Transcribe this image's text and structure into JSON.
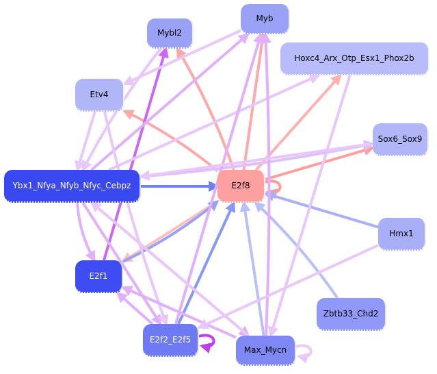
{
  "diagram": {
    "type": "gene-regulatory-network",
    "nodes": [
      {
        "id": "Mybl2",
        "label": "Mybl2",
        "fill": "#9aa2f8",
        "text_color": "#000000"
      },
      {
        "id": "Myb",
        "label": "Myb",
        "fill": "#9aa2f8",
        "text_color": "#000000"
      },
      {
        "id": "Hoxc4",
        "label": "Hoxc4_Arx_Otp_Esx1_Phox2b",
        "fill": "#b8bcfa",
        "text_color": "#000000"
      },
      {
        "id": "Etv4",
        "label": "Etv4",
        "fill": "#b0b6f8",
        "text_color": "#000000"
      },
      {
        "id": "Sox6",
        "label": "Sox6_Sox9",
        "fill": "#b0b6f8",
        "text_color": "#000000"
      },
      {
        "id": "Ybx1",
        "label": "Ybx1_Nfya_Nfyb_Nfyc_Cebpz",
        "fill": "#3a48f0",
        "text_color": "#ffffff"
      },
      {
        "id": "E2f8",
        "label": "E2f8",
        "fill": "#ffa0a0",
        "text_color": "#000000"
      },
      {
        "id": "Hmx1",
        "label": "Hmx1",
        "fill": "#a8aef8",
        "text_color": "#000000"
      },
      {
        "id": "E2f1",
        "label": "E2f1",
        "fill": "#3e4cf2",
        "text_color": "#ffffff"
      },
      {
        "id": "Zbtb33",
        "label": "Zbtb33_Chd2",
        "fill": "#9098f8",
        "text_color": "#000000"
      },
      {
        "id": "E2f2",
        "label": "E2f2_E2f5",
        "fill": "#6e7af4",
        "text_color": "#ffffff"
      },
      {
        "id": "Max",
        "label": "Max_Mycn",
        "fill": "#8088f6",
        "text_color": "#000000"
      }
    ],
    "edges": [
      {
        "from": "E2f8",
        "to": "Mybl2",
        "color": "#ffa8a8"
      },
      {
        "from": "E2f8",
        "to": "Myb",
        "color": "#ffa8a8"
      },
      {
        "from": "E2f8",
        "to": "Hoxc4",
        "color": "#ffb0b0"
      },
      {
        "from": "E2f8",
        "to": "Etv4",
        "color": "#ffa8a8"
      },
      {
        "from": "E2f8",
        "to": "Sox6",
        "color": "#ffa0a0"
      },
      {
        "from": "E2f8",
        "to": "E2f1",
        "color": "#ffc0b8"
      },
      {
        "from": "E2f8",
        "to": "E2f8",
        "color": "#ff9a9a",
        "self": true
      },
      {
        "from": "Ybx1",
        "to": "E2f8",
        "color": "#7080f4"
      },
      {
        "from": "Hmx1",
        "to": "E2f8",
        "color": "#a8b0f8"
      },
      {
        "from": "Zbtb33",
        "to": "E2f8",
        "color": "#b8c0fa"
      },
      {
        "from": "Max",
        "to": "E2f8",
        "color": "#b8c0fa"
      },
      {
        "from": "E2f2",
        "to": "E2f8",
        "color": "#8898f6"
      },
      {
        "from": "E2f1",
        "to": "E2f8",
        "color": "#9aa2f8"
      },
      {
        "from": "E2f1",
        "to": "Mybl2",
        "color": "#cc66f4"
      },
      {
        "from": "Myb",
        "to": "Etv4",
        "color": "#e8c8fa"
      },
      {
        "from": "Mybl2",
        "to": "Ybx1",
        "color": "#e8c8fa"
      },
      {
        "from": "Etv4",
        "to": "Ybx1",
        "color": "#e8c8fa"
      },
      {
        "from": "Hoxc4",
        "to": "Max",
        "color": "#e8c8fa"
      },
      {
        "from": "Ybx1",
        "to": "Sox6",
        "color": "#e0c0fa"
      },
      {
        "from": "Ybx1",
        "to": "Myb",
        "color": "#e0b0fa"
      },
      {
        "from": "Ybx1",
        "to": "Hoxc4",
        "color": "#e8c8fa"
      },
      {
        "from": "Ybx1",
        "to": "E2f1",
        "color": "#e0b0fa"
      },
      {
        "from": "Ybx1",
        "to": "E2f2",
        "color": "#e0b0fa"
      },
      {
        "from": "Ybx1",
        "to": "Max",
        "color": "#e0b0fa"
      },
      {
        "from": "Etv4",
        "to": "E2f2",
        "color": "#e8c8fa"
      },
      {
        "from": "E2f2",
        "to": "E2f1",
        "color": "#e0b0fa"
      },
      {
        "from": "E2f2",
        "to": "Myb",
        "color": "#e0b0fa"
      },
      {
        "from": "E2f2",
        "to": "E2f2",
        "color": "#c040f0",
        "self": true
      },
      {
        "from": "Max",
        "to": "E2f1",
        "color": "#e0b0fa"
      },
      {
        "from": "Max",
        "to": "Ybx1",
        "color": "#e8c8fa"
      },
      {
        "from": "Max",
        "to": "Myb",
        "color": "#e0b0fa"
      },
      {
        "from": "Max",
        "to": "Max",
        "color": "#ecc8fa",
        "self": true
      },
      {
        "from": "Hmx1",
        "to": "E2f2",
        "color": "#e8c8fa"
      },
      {
        "from": "Ybx1",
        "to": "Ybx1",
        "color": "#e8c8fa",
        "note": "edges toward Ybx1 from right"
      },
      {
        "from": "Sox6",
        "to": "Ybx1",
        "color": "#e8c8fa"
      }
    ]
  }
}
